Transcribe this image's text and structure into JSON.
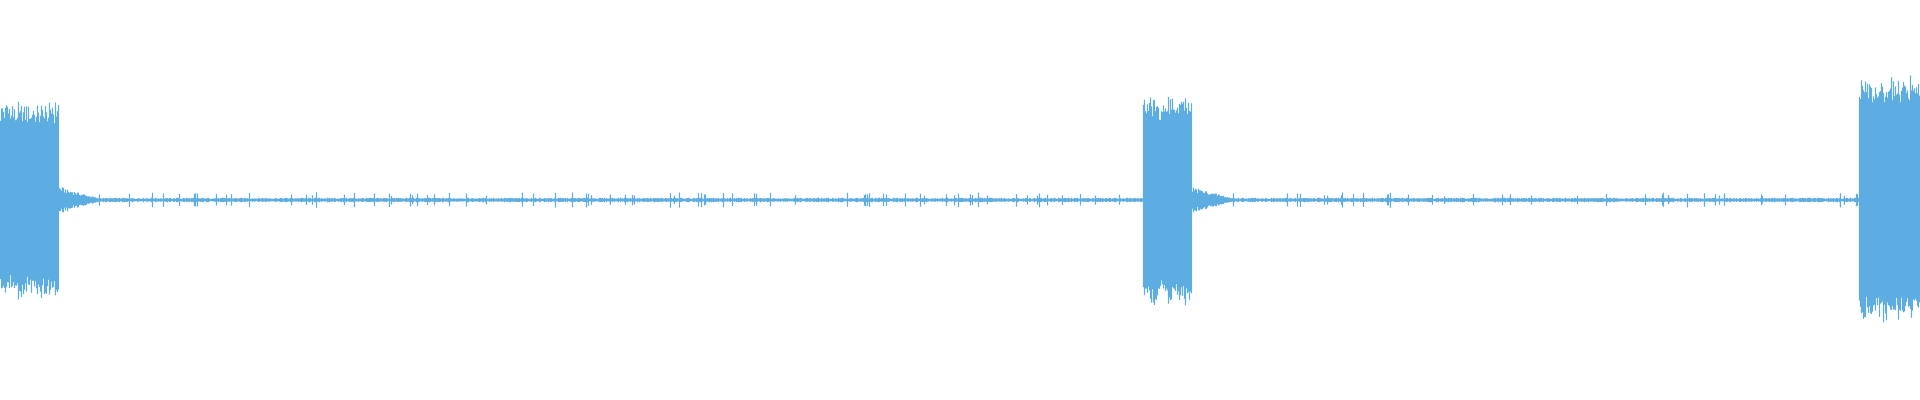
{
  "waveform": {
    "color": "#5DADE2",
    "background": "#FFFFFF",
    "bursts": [
      {
        "start": 0.0,
        "end": 0.0306,
        "amplitude": 0.5
      },
      {
        "start": 0.595,
        "end": 0.6208,
        "amplitude": 0.53
      },
      {
        "start": 0.968,
        "end": 1.0,
        "amplitude": 0.63
      }
    ],
    "noise_floor": 0.012,
    "ticks_amplitude": 0.03
  }
}
